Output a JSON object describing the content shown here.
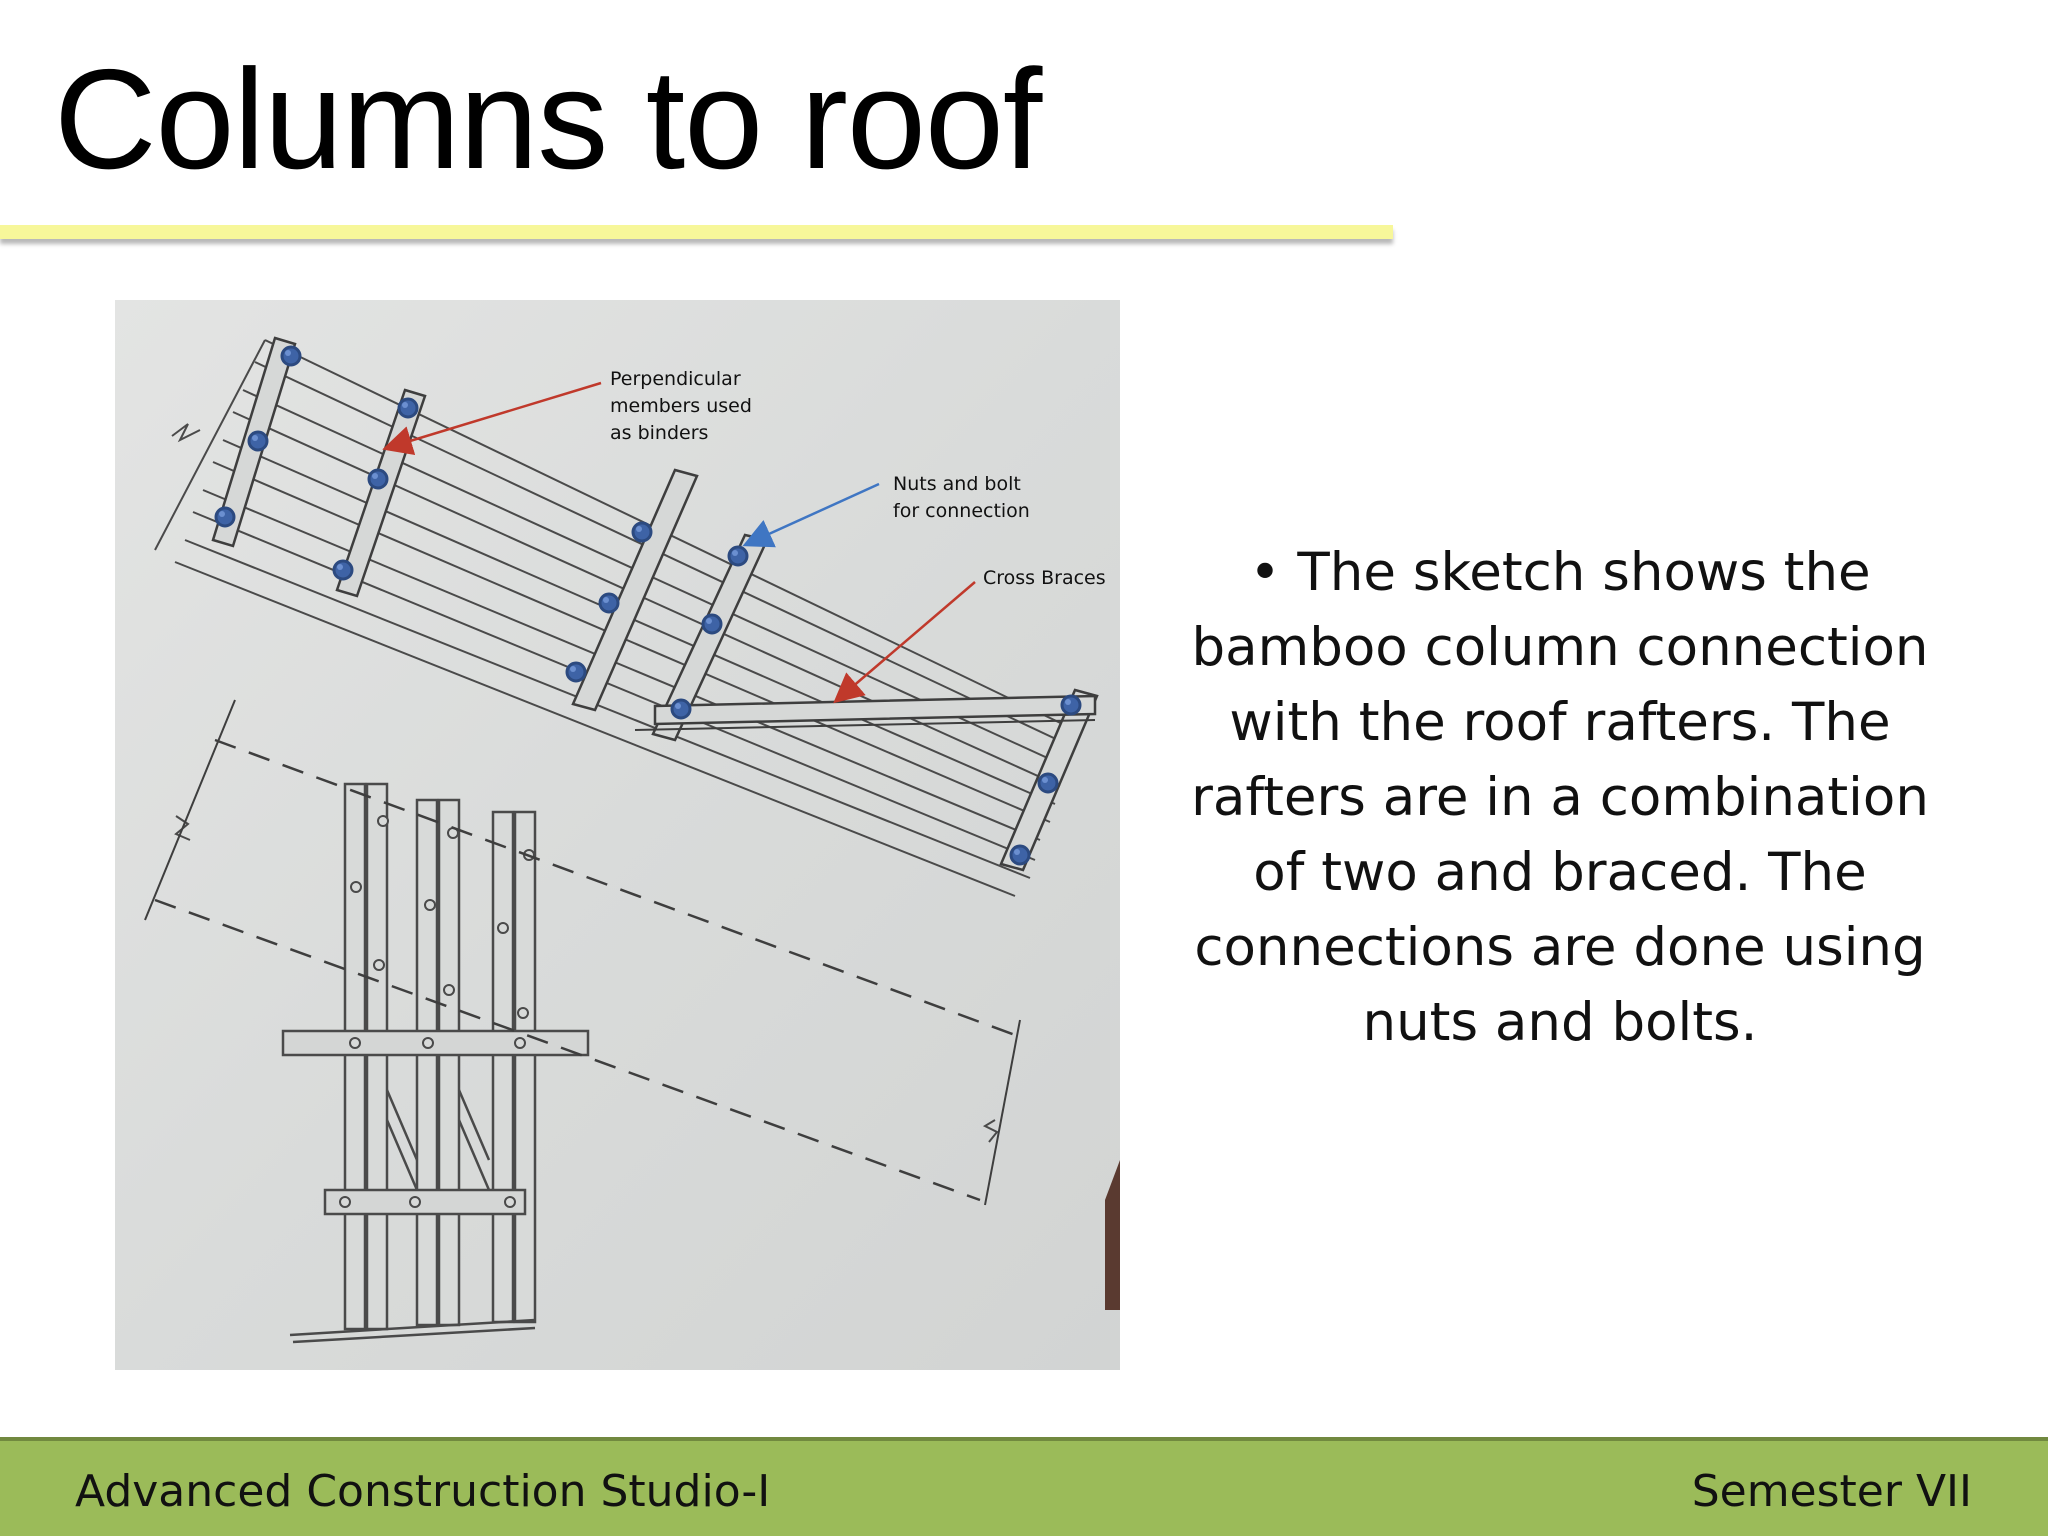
{
  "slide": {
    "title": "Columns to roof",
    "body_text": "• The sketch shows the bamboo column connection with the roof rafters. The rafters are in a combination of two and braced. The connections are done using nuts and bolts."
  },
  "sketch": {
    "annotations": {
      "binders_line1": "Perpendicular",
      "binders_line2": "members used",
      "binders_line3": "as binders",
      "bolts_line1": "Nuts and bolt",
      "bolts_line2": "for connection",
      "braces": "Cross Braces"
    },
    "colors": {
      "binder_arrow": "#c0392b",
      "bolt_arrow": "#3f76c3",
      "bolt_marker": "#3e63a6"
    }
  },
  "footer": {
    "course": "Advanced Construction Studio-I",
    "semester": "Semester VII"
  },
  "theme": {
    "title_rule": "#f7f79a",
    "footer_bg": "#9bbb59"
  }
}
